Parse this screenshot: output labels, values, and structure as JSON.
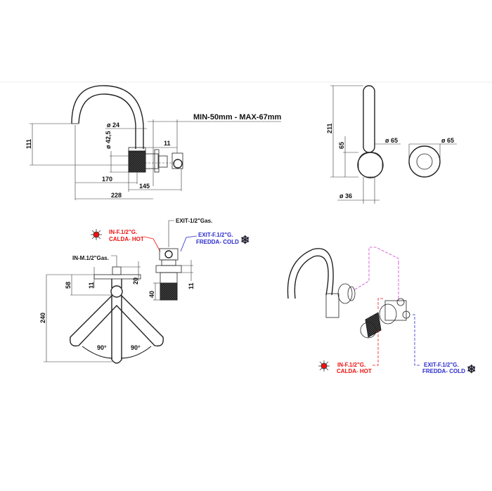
{
  "colors": {
    "hot": "#e11111",
    "cold": "#2a2ad0",
    "pipe": "#d040d0",
    "line": "#222222"
  },
  "side_view": {
    "range_label": "MIN-50mm - MAX-67mm",
    "d_spout": "ø 24",
    "d_body": "ø 42,5",
    "h_111": "111",
    "w_11": "11",
    "w_170": "170",
    "w_145": "145",
    "w_228": "228"
  },
  "profile_view": {
    "h_211": "211",
    "h_65": "65",
    "d_65": "ø 65",
    "d_36": "ø 36"
  },
  "front_view": {
    "d_65": "ø 65"
  },
  "top_view": {
    "exit": "EXIT-1/2\"Gas.",
    "hot_line1": "IN-F.1/2\"G.",
    "hot_line2": "CALDA- HOT",
    "cold_line1": "EXIT-F.1/2\"G.",
    "cold_line2": "FREDDA- COLD",
    "in_m": "IN-M.1/2\"Gas.",
    "h_58": "58",
    "h_11a": "11",
    "h_20": "20",
    "h_11b": "11",
    "h_40": "40",
    "h_240": "240",
    "angle_left": "90°",
    "angle_right": "90°"
  },
  "iso_view": {
    "hot_line1": "IN-F.1/2\"G.",
    "hot_line2": "CALDA- HOT",
    "cold_line1": "EXIT-F.1/2\"G.",
    "cold_line2": "FREDDA- COLD"
  }
}
